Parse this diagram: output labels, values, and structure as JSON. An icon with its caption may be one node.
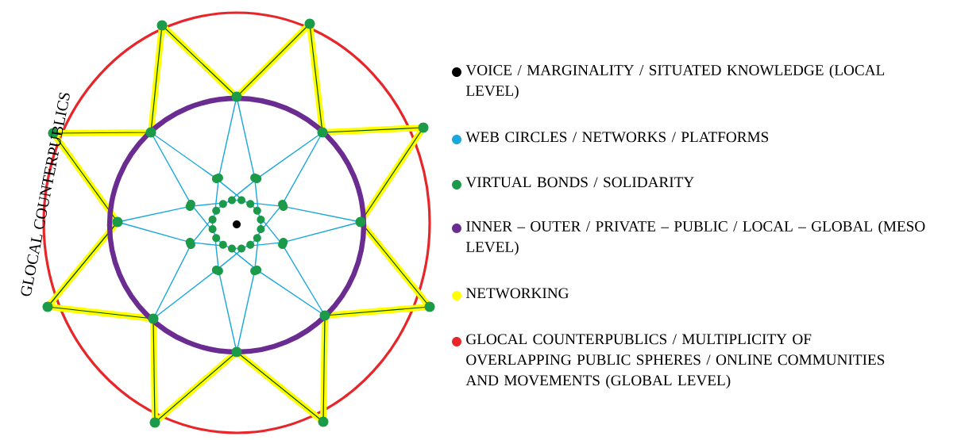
{
  "diagram": {
    "labels": [
      "GLOCAL COUNTERPUBLICS"
    ],
    "legend": [
      {
        "text": "VOICE / MARGINALITY / SITUATED KNOWLEDGE (LOCAL LEVEL)",
        "color": "#000000"
      },
      {
        "text": "WEB CIRCLES / NETWORKS / PLATFORMS",
        "color": "#1aa7dc"
      },
      {
        "text": "VIRTUAL BONDS / SOLIDARITY",
        "color": "#1b9a4a"
      },
      {
        "text": "INNER – OUTER / PRIVATE – PUBLIC / LOCAL – GLOBAL (MESO LEVEL)",
        "color": "#6a2c91"
      },
      {
        "text": "NETWORKING",
        "color": "#ffff00"
      },
      {
        "text": "GLOCAL COUNTERPUBLICS / MULTIPLICITY OF OVERLAPPING PUBLIC SPHERES / ONLINE COMMUNITIES AND MOVEMENTS (GLOBAL LEVEL)",
        "color": "#e8262a"
      }
    ]
  }
}
